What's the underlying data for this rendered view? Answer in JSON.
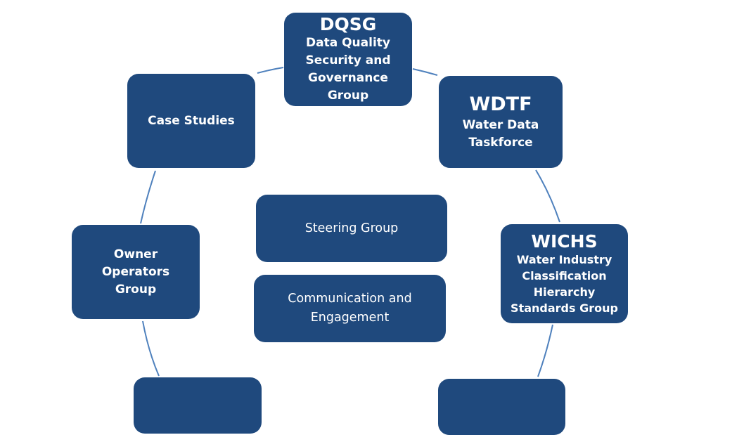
{
  "colors": {
    "box": "#1f497d",
    "connector": "#4f81bd",
    "text": "#ffffff"
  },
  "nodes": {
    "dqsg": {
      "abbr": "DQSG",
      "desc": "Data Quality Security and Governance Group"
    },
    "wdtf": {
      "abbr": "WDTF",
      "desc": "Water Data Taskforce"
    },
    "wichs": {
      "abbr": "WICHS",
      "desc": "Water Industry Classification Hierarchy Standards Group"
    },
    "case_studies": {
      "label": "Case Studies"
    },
    "owner_operators": {
      "label": "Owner Operators Group"
    },
    "steering": {
      "label": "Steering Group"
    },
    "comms": {
      "label": "Communication and Engagement"
    }
  }
}
